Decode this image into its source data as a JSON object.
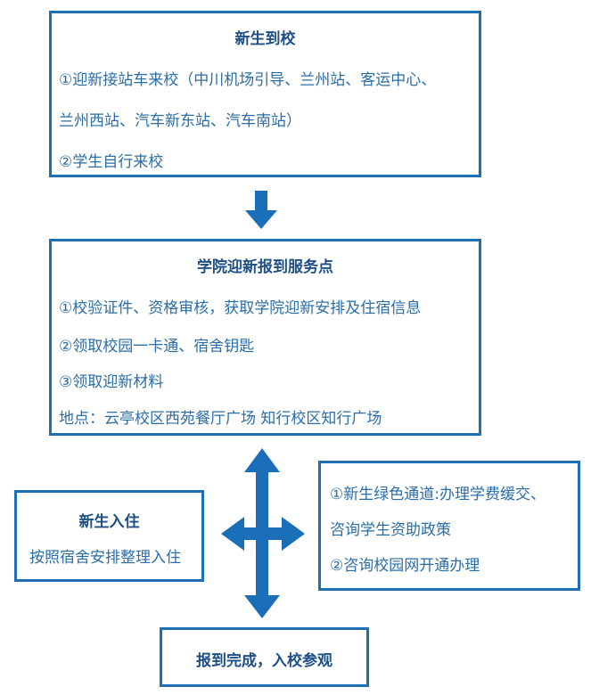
{
  "arrival": {
    "title": "新生到校",
    "line1": "①迎新接站车来校（中川机场引导、兰州站、客运中心、",
    "line2": "兰州西站、汽车新东站、汽车南站）",
    "line3": "②学生自行来校"
  },
  "service": {
    "title": "学院迎新报到服务点",
    "line1": "①校验证件、资格审核，获取学院迎新安排及住宿信息",
    "line2": "②领取校园一卡通、宿舍钥匙",
    "line3": "③领取迎新材料",
    "location": "地点：云亭校区西苑餐厅广场  知行校区知行广场"
  },
  "checkin": {
    "title": "新生入住",
    "line1": "按照宿舍安排整理入住"
  },
  "green": {
    "line1": "①新生绿色通道:办理学费缓交、",
    "line2": "咨询学生资助政策",
    "line3": "②咨询校园网开通办理"
  },
  "finish": {
    "title": "报到完成，入校参观"
  },
  "colors": {
    "border": "#1e6fb6",
    "arrow": "#1b6fb8",
    "text": "#2a6da8"
  }
}
